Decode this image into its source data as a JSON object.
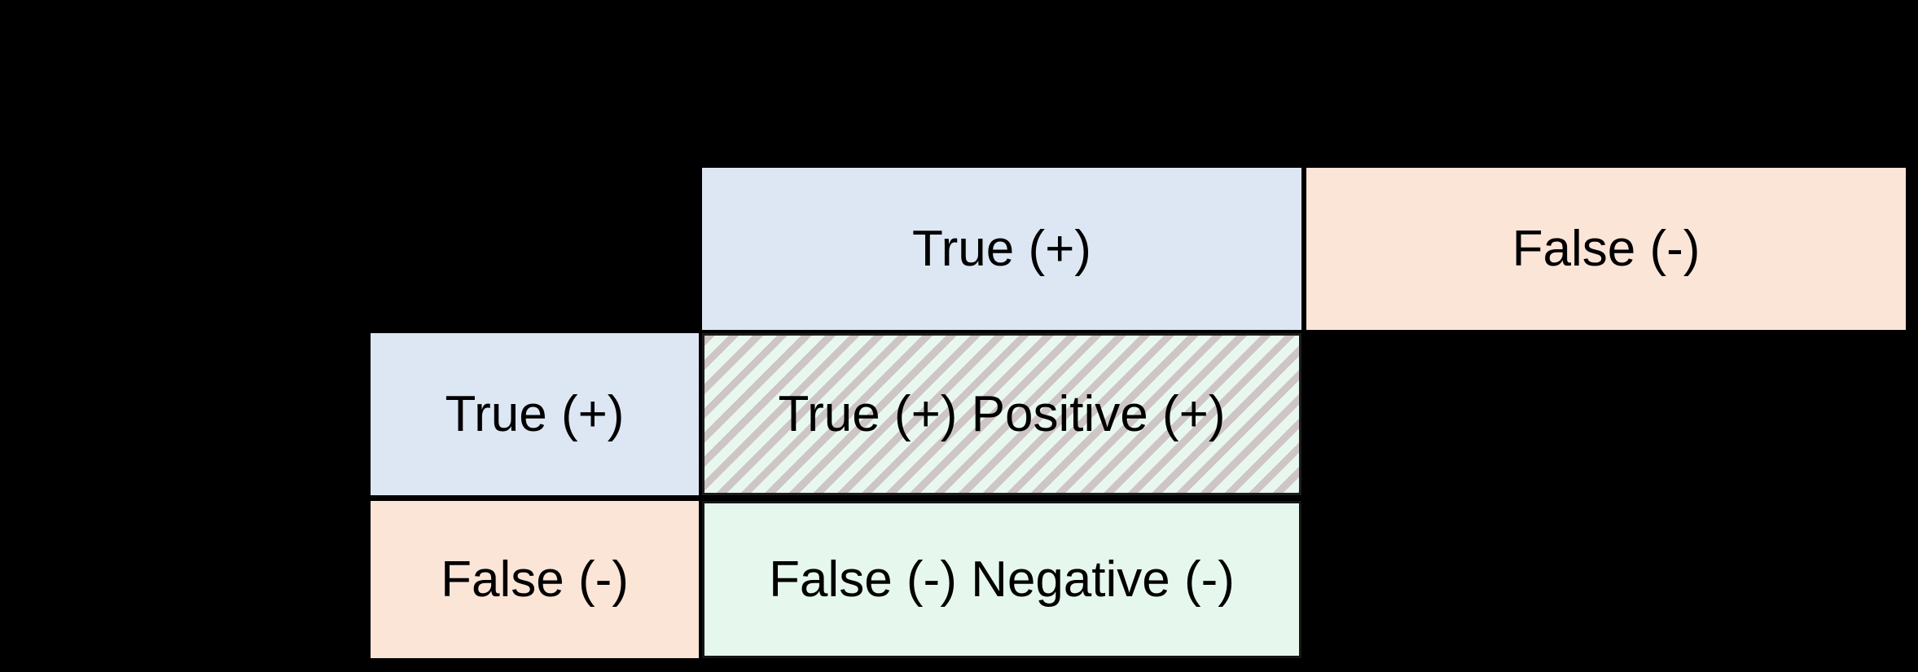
{
  "diagram": {
    "background": "#000000",
    "table": {
      "column_headers": [
        {
          "label": "True (+)",
          "bg": "#dce7f3"
        },
        {
          "label": "False (-)",
          "bg": "#fbe5d7"
        }
      ],
      "rows": [
        {
          "header": {
            "label": "True (+)",
            "bg": "#dce7f3"
          },
          "cell": {
            "label": "True (+) Positive (+)",
            "bg": "#e9f8ef",
            "hatched": true,
            "hatch_stripe_color": "#cdc5c6"
          }
        },
        {
          "header": {
            "label": "False (-)",
            "bg": "#fbe5d7"
          },
          "cell": {
            "label": "False (-) Negative (-)",
            "bg": "#e6f8ed",
            "hatched": false
          }
        }
      ]
    }
  }
}
